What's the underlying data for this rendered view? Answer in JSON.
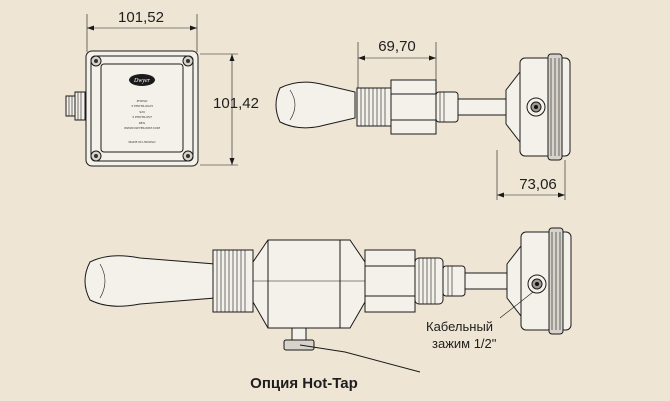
{
  "dimensions": {
    "enclosure_width": "101,52",
    "enclosure_height": "101,42",
    "fitting_length": "69,70",
    "housing_depth": "73,06"
  },
  "enclosure_label": {
    "brand": "Dwyer",
    "lines": [
      "PHOSO",
      "3 PHOTR-0023",
      "S/N",
      "3 PHOTR-0ST",
      "REG",
      "WWW.DWYER-INST.COM"
    ],
    "origin": "MADE IN USDOSO"
  },
  "callout": {
    "line1": "Кабельный",
    "line2": "зажим 1/2\""
  },
  "caption": "Опция Hot-Tap"
}
